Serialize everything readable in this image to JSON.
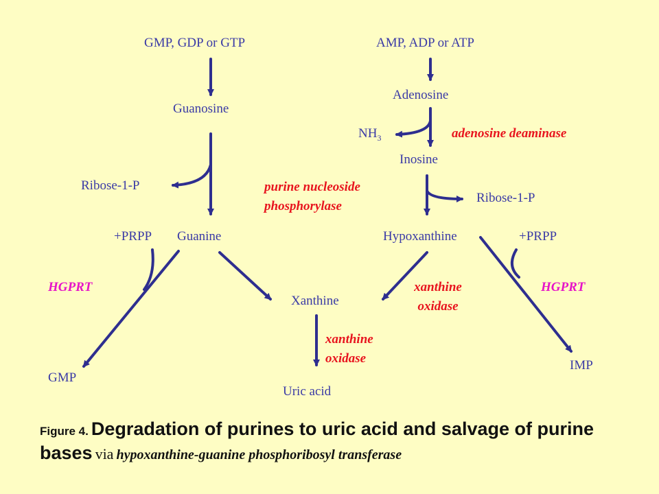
{
  "colors": {
    "background": "#fefdc4",
    "arrow": "#2e2e8f",
    "label": "#3a3aa6",
    "enzyme_red": "#e8141e",
    "enzyme_magenta": "#e614c8"
  },
  "compounds": {
    "gmp_gdp_gtp": "GMP, GDP or GTP",
    "amp_adp_atp": "AMP, ADP or ATP",
    "guanosine": "Guanosine",
    "adenosine": "Adenosine",
    "nh3_base": "NH",
    "nh3_sub": "3",
    "inosine": "Inosine",
    "ribose_left": "Ribose-1-P",
    "ribose_right": "Ribose-1-P",
    "prpp_left": "+PRPP",
    "guanine": "Guanine",
    "hypoxanthine": "Hypoxanthine",
    "prpp_right": "+PRPP",
    "xanthine": "Xanthine",
    "gmp": "GMP",
    "imp": "IMP",
    "uric_acid": "Uric acid"
  },
  "enzymes": {
    "adenosine_deaminase": "adenosine deaminase",
    "pnp_line1": "purine nucleoside",
    "pnp_line2": "phosphorylase",
    "hgprt_left": "HGPRT",
    "hgprt_right": "HGPRT",
    "xo_right_line1": "xanthine",
    "xo_right_line2": "oxidase",
    "xo_center_line1": "xanthine",
    "xo_center_line2": "oxidase"
  },
  "caption": {
    "figure_label": "Figure 4.",
    "title": "Degradation of purines to uric acid and salvage of purine bases",
    "via": "via",
    "enzyme_name": "hypoxanthine-guanine phosphoribosyl transferase"
  }
}
